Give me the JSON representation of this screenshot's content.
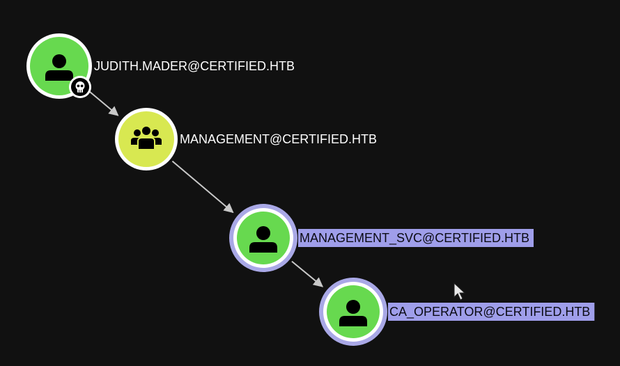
{
  "canvas": {
    "background": "#111111"
  },
  "colors": {
    "user_fill": "#67d94f",
    "group_fill": "#d8e851",
    "node_ring": "#ffffff",
    "selected_ring": "#a9a8e6",
    "selected_label_bg": "#9f9eea",
    "edge": "#c8c8c8",
    "label_text": "#ffffff",
    "selected_label_text": "#0b0b14"
  },
  "nodes": [
    {
      "id": "judith",
      "label": "JUDITH.MADER@CERTIFIED.HTB",
      "kind": "user",
      "icon": "user-icon",
      "badge": "skull-icon",
      "selected": false
    },
    {
      "id": "management",
      "label": "MANAGEMENT@CERTIFIED.HTB",
      "kind": "group",
      "icon": "group-icon",
      "selected": false
    },
    {
      "id": "management_svc",
      "label": "MANAGEMENT_SVC@CERTIFIED.HTB",
      "kind": "user",
      "icon": "user-icon",
      "selected": true
    },
    {
      "id": "ca_operator",
      "label": "CA_OPERATOR@CERTIFIED.HTB",
      "kind": "user",
      "icon": "user-icon",
      "selected": true
    }
  ],
  "edges": [
    {
      "from": "judith",
      "to": "management"
    },
    {
      "from": "management",
      "to": "management_svc"
    },
    {
      "from": "management_svc",
      "to": "ca_operator"
    }
  ],
  "cursor": {
    "icon": "mouse-pointer-icon"
  }
}
